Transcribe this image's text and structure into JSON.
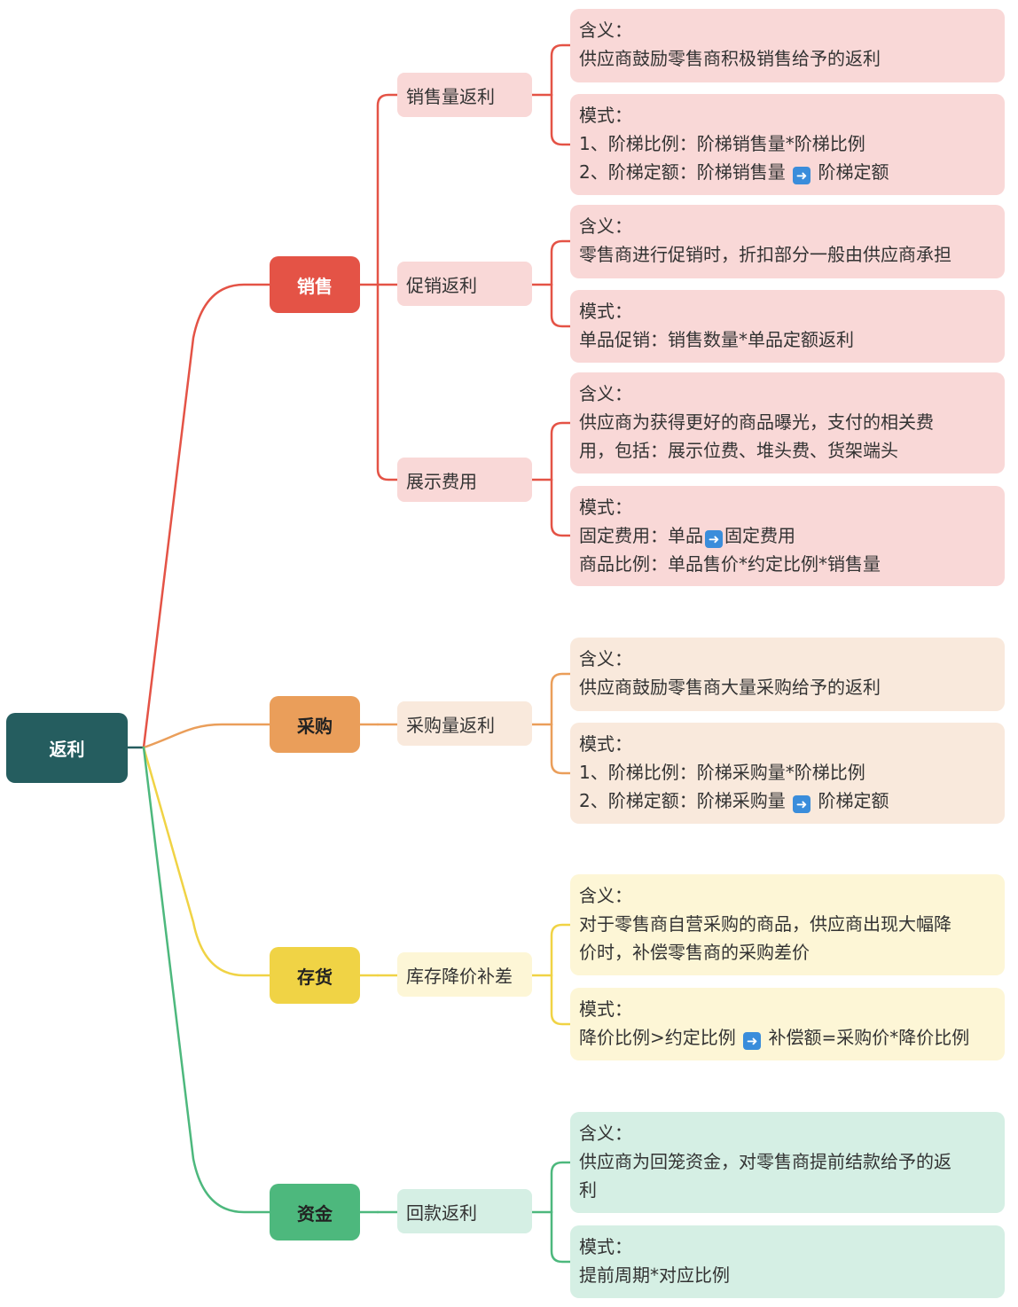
{
  "colors": {
    "root": "#255d5f",
    "sales": "#e45346",
    "sales_light": "#f9d8d7",
    "purchase": "#ea9e5a",
    "purchase_light": "#f9e9dc",
    "inventory": "#f0d345",
    "inventory_light": "#fdf6d6",
    "fund": "#4db87d",
    "fund_light": "#d5efe4"
  },
  "root": {
    "label": "返利"
  },
  "categories": [
    {
      "label": "销售"
    },
    {
      "label": "采购"
    },
    {
      "label": "存货"
    },
    {
      "label": "资金"
    }
  ],
  "subtopics": [
    {
      "label": "销售量返利"
    },
    {
      "label": "促销返利"
    },
    {
      "label": "展示费用"
    },
    {
      "label": "采购量返利"
    },
    {
      "label": "库存降价补差"
    },
    {
      "label": "回款返利"
    }
  ],
  "leaves": [
    {
      "lines": [
        "含义：",
        "供应商鼓励零售商积极销售给予的返利"
      ]
    },
    {
      "lines": [
        "模式：",
        "1、阶梯比例：阶梯销售量*阶梯比例"
      ],
      "arrow_line": {
        "before": "2、阶梯定额：阶梯销售量 ",
        "after": " 阶梯定额"
      }
    },
    {
      "lines": [
        "含义：",
        "零售商进行促销时，折扣部分一般由供应商承担"
      ]
    },
    {
      "lines": [
        "模式：",
        "单品促销：销售数量*单品定额返利"
      ]
    },
    {
      "lines": [
        "含义：",
        "供应商为获得更好的商品曝光，支付的相关费",
        "用，包括：展示位费、堆头费、货架端头"
      ]
    },
    {
      "lines": [
        "模式："
      ],
      "arrow_line": {
        "before": "固定费用：单品",
        "after": "固定费用"
      },
      "tail_lines": [
        "商品比例：单品售价*约定比例*销售量"
      ]
    },
    {
      "lines": [
        "含义：",
        "供应商鼓励零售商大量采购给予的返利"
      ]
    },
    {
      "lines": [
        "模式：",
        "1、阶梯比例：阶梯采购量*阶梯比例"
      ],
      "arrow_line": {
        "before": "2、阶梯定额：阶梯采购量 ",
        "after": " 阶梯定额"
      }
    },
    {
      "lines": [
        "含义：",
        "对于零售商自营采购的商品，供应商出现大幅降",
        "价时，补偿零售商的采购差价"
      ]
    },
    {
      "lines": [
        "模式："
      ],
      "arrow_line": {
        "before": "降价比例>约定比例 ",
        "after": " 补偿额=采购价*降价比例"
      }
    },
    {
      "lines": [
        "含义：",
        "供应商为回笼资金，对零售商提前结款给予的返",
        "利"
      ]
    },
    {
      "lines": [
        "模式：",
        "提前周期*对应比例"
      ]
    }
  ],
  "icons": {
    "arrow": "right-arrow-icon"
  }
}
